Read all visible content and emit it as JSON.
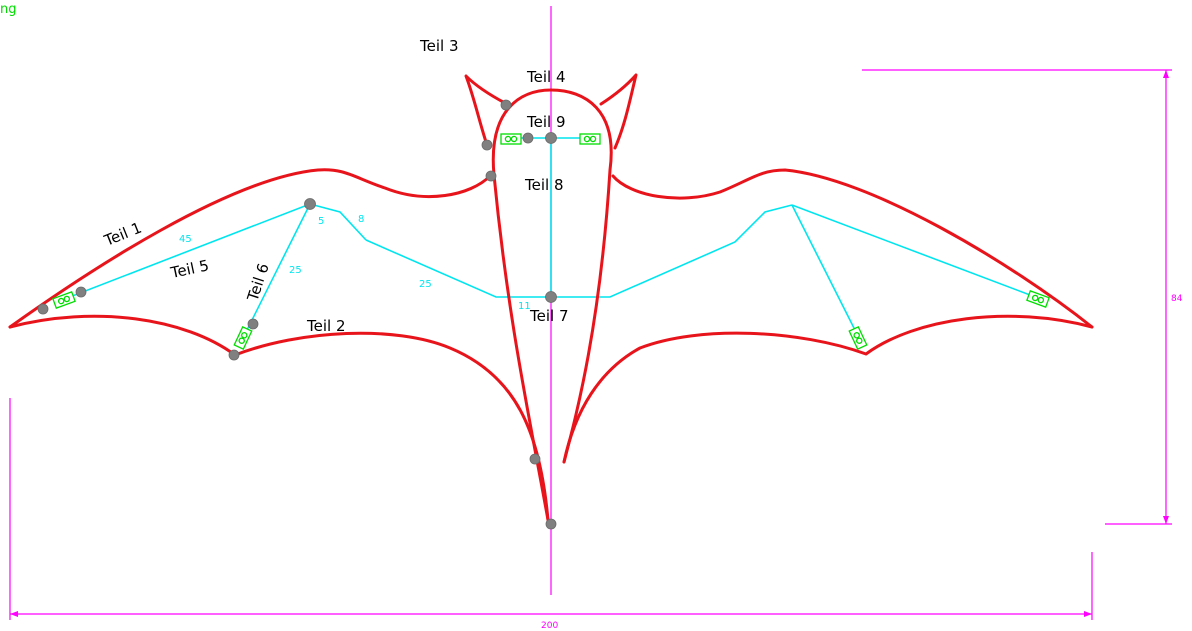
{
  "colors": {
    "outline": "#e8141c",
    "spars": "#00e5ee",
    "dimension": "#ff00ff",
    "fitting": "#00dd00",
    "joint": "#808080",
    "text": "#000000"
  },
  "corner_text": "ng",
  "part_labels": {
    "teil1": "Teil 1",
    "teil2": "Teil 2",
    "teil3": "Teil 3",
    "teil4": "Teil 4",
    "teil5": "Teil 5",
    "teil6": "Teil 6",
    "teil7": "Teil 7",
    "teil8": "Teil 8",
    "teil9": "Teil 9"
  },
  "spar_lengths": {
    "upper_long": "45",
    "short_top": "5",
    "short_right": "8",
    "diagonal": "25",
    "lower": "25",
    "center": "11"
  },
  "dimensions": {
    "width": "200",
    "height": "84"
  }
}
